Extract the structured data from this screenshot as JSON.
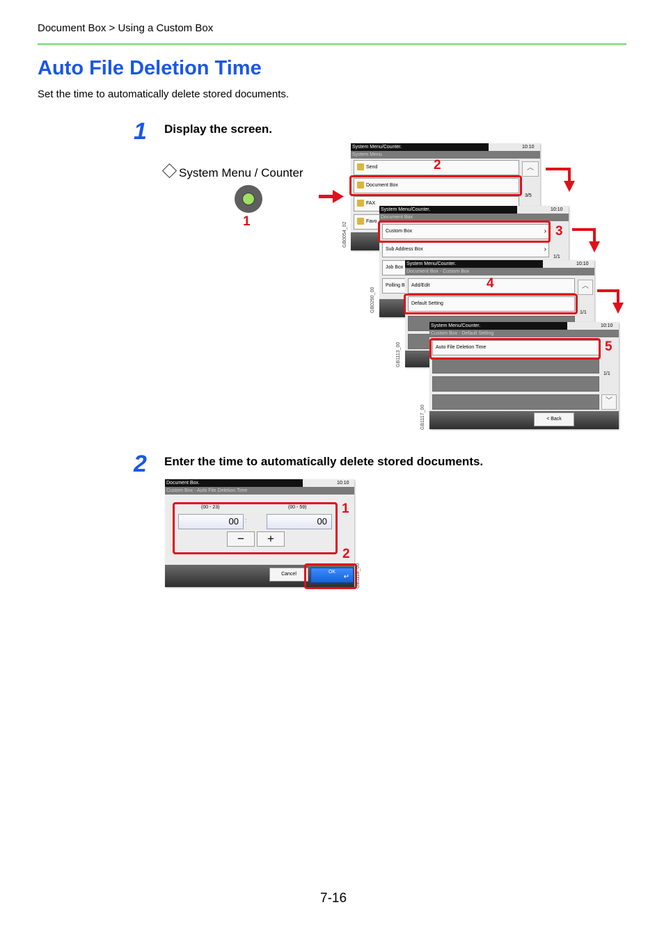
{
  "breadcrumb": "Document Box > Using a Custom Box",
  "title": "Auto File Deletion Time",
  "intro": "Set the time to automatically delete stored documents.",
  "steps": [
    {
      "number": "1",
      "text": "Display the screen."
    },
    {
      "number": "2",
      "text": "Enter the time to automatically delete stored documents."
    }
  ],
  "key_label": "System Menu / Counter",
  "callouts": {
    "key": "1",
    "s2": "2",
    "s3": "3",
    "s4": "4",
    "s5": "5",
    "time": "1",
    "ok": "2"
  },
  "screens": {
    "s1": {
      "header": "System Menu/Counter.",
      "time": "10:10",
      "sub": "System Menu",
      "items": [
        "Send",
        "Document Box",
        "FAX",
        "Favo"
      ],
      "page": "3/5",
      "code": "GB0054_02"
    },
    "s2": {
      "header": "System Menu/Counter.",
      "time": "10:10",
      "sub": "Document Box",
      "items": [
        "Custom Box",
        "Sub Address Box",
        "Job Box",
        "Polling B"
      ],
      "page": "1/1",
      "code": "GB0290_00"
    },
    "s3": {
      "header": "System Menu/Counter.",
      "time": "10:10",
      "sub": "Document Box - Custom Box",
      "items": [
        "Add/Edit",
        "Default Setting"
      ],
      "page": "1/1",
      "code": "GB1113_00"
    },
    "s4": {
      "header": "System Menu/Counter.",
      "time": "10:10",
      "sub": "Custom Box - Default Setting",
      "items": [
        "Auto File Deletion Time"
      ],
      "page": "1/1",
      "back": "< Back",
      "code": "GB1117_00"
    },
    "s5": {
      "header": "Document Box.",
      "time": "10:10",
      "sub": "Custom Box - Auto File Deletion Time",
      "hour_range": "(00 - 23)",
      "minute_range": "(00 - 59)",
      "hour_value": "00",
      "minute_value": "00",
      "separator": ":",
      "minus": "−",
      "plus": "+",
      "cancel": "Cancel",
      "ok": "OK",
      "code": "GB1118_00"
    }
  },
  "page_number": "7-16"
}
